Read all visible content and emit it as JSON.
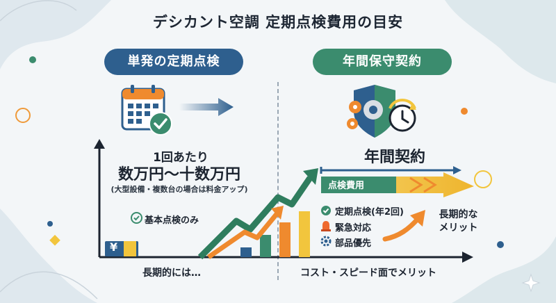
{
  "title": "デシカント空調 定期点検費用の目安",
  "left": {
    "heading": "単発の定期点検",
    "per_unit": "1回あたり",
    "price": "数万円〜十数万円",
    "note": "(大型設備・複数台の場合は料金アップ)",
    "basic": "基本点検のみ",
    "yen_symbol": "¥",
    "footer": "長期的には…"
  },
  "right": {
    "heading": "年間保守契約",
    "annual": "年間契約",
    "bar_label": "点検費用",
    "features": [
      "定期点検(年2回)",
      "緊急対応",
      "部品優先"
    ],
    "merit_line1": "長期的な",
    "merit_line2": "メリット",
    "footer": "コスト・スピード面でメリット"
  },
  "colors": {
    "blue": "#2e5f8e",
    "green": "#3b8c6e",
    "orange": "#ef8a2e",
    "yellow": "#f2c53d",
    "dark": "#1c2430"
  },
  "icons": [
    "calendar-check-icon",
    "shield-gears-icon",
    "check-circle-icon",
    "alarm-icon",
    "gear-icon",
    "yen-icon"
  ]
}
